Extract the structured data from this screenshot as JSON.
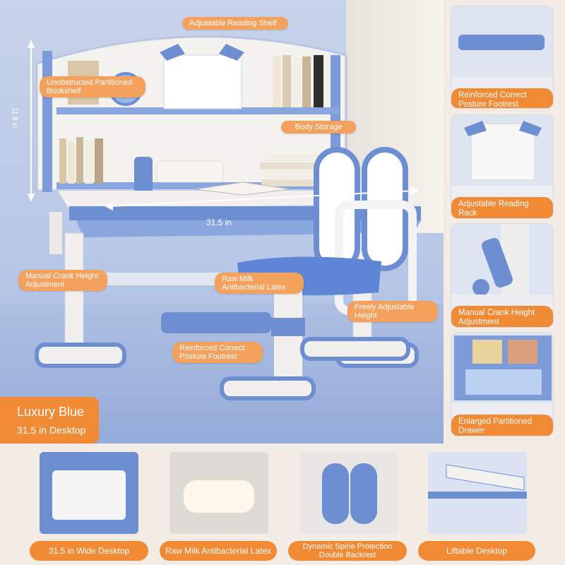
{
  "hero": {
    "labels": {
      "adjustable_shelf": "Adjustable Reading Shelf",
      "bookshelf": "Unobstructed Partitioned Bookshelf",
      "body_storage": "Body Storage",
      "height_dim": "11.8 in",
      "width_dim": "31.5 in",
      "crank": "Manual Crank Height Adjustment",
      "latex": "Raw Milk Antibacterial Latex",
      "freely": "Freely Adjustable Height",
      "footrest": "Reinforced Correct Posture Footrest"
    },
    "badge": {
      "title": "Luxury Blue",
      "subtitle": "31.5 in Desktop"
    }
  },
  "side_cards": [
    {
      "label": "Reinforced Correct Posture Footrest",
      "icon": "footrest-icon"
    },
    {
      "label": "Adjustable Reading Rack",
      "icon": "reading-rack-icon"
    },
    {
      "label": "Manual Crank Height Adjustment",
      "icon": "crank-icon"
    },
    {
      "label": "Enlarged Partitioned Drawer",
      "icon": "drawer-icon"
    }
  ],
  "bottom_cards": [
    {
      "label": "31.5 in Wide Desktop",
      "icon": "desktop-icon"
    },
    {
      "label": "Raw Milk Antibacterial Latex",
      "icon": "latex-icon"
    },
    {
      "label": "Dynamic Spine Protection Double Backrest",
      "icon": "backrest-icon"
    },
    {
      "label": "Liftable Desktop",
      "icon": "liftable-icon"
    }
  ],
  "colors": {
    "accent": "#f08a34",
    "product_blue": "#6d8fd1",
    "background": "#f3ece4"
  }
}
